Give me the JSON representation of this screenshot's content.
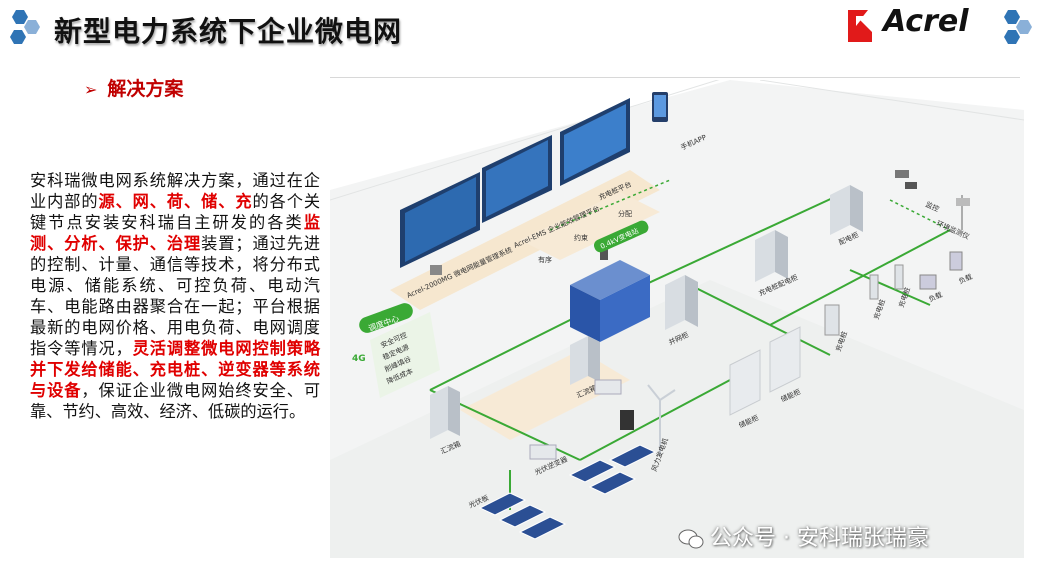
{
  "header": {
    "title": "新型电力系统下企业微电网",
    "brand": "Acrel"
  },
  "section": {
    "bullet": "➢",
    "heading": "解决方案"
  },
  "body": {
    "p1": "安科瑞微电网系统解决方案，通过在企业内部的",
    "h1": "源、网、荷、储、充",
    "p2": "的各个关键节点安装安科瑞自主研发的各类",
    "h2": "监测、分析、保护、治理",
    "p3": "装置；通过先进的控制、计量、通信等技术，将分布式电源、储能系统、可控负荷、电动汽车、电能路由器聚合在一起；平台根据最新的电网价格、用电负荷、电网调度指令等情况，",
    "h3": "灵活调整微电网控制策略并下发给储能、充电桩、逆变器等系统与设备",
    "p4": "，保证企业微电网始终安全、可靠、节约、高效、经济、低碳的运行。"
  },
  "diagram": {
    "dispatch_center": "调度中心",
    "dispatch_items": [
      "安全可控",
      "稳定电源",
      "削峰填谷",
      "降低成本"
    ],
    "screen1": "Acrel-2000MG 微电网能量管理系统",
    "screen2": "Acrel-EMS 企业能效管理平台",
    "screen3": "充电桩平台",
    "app": "手机APP",
    "bus": "0.4kV变电站",
    "flow_labels": [
      "有序",
      "约束",
      "分配"
    ],
    "devices": {
      "inverter_cabinet": "光伏逆变器",
      "grid_cabinet": "并网柜",
      "combiner1": "汇流箱",
      "combiner2": "汇流箱",
      "pv": "光伏板",
      "wind": "风力发电机",
      "storage1": "储能柜",
      "storage2": "储能柜",
      "charger_cabinet": "充电桩配电柜",
      "charger1": "充电桩",
      "charger2": "充电桩",
      "charger3": "充电桩",
      "load_cabinet": "配电柜",
      "monitor": "监控",
      "env": "环境监测仪",
      "load1": "负载",
      "load2": "负载"
    }
  },
  "watermark": {
    "text": "公众号 · 安科瑞张瑞豪"
  },
  "colors": {
    "accent_red": "#c00000",
    "highlight_red": "#e00000",
    "line_green": "#3aa935",
    "hex_blue": "#2f74b5"
  }
}
